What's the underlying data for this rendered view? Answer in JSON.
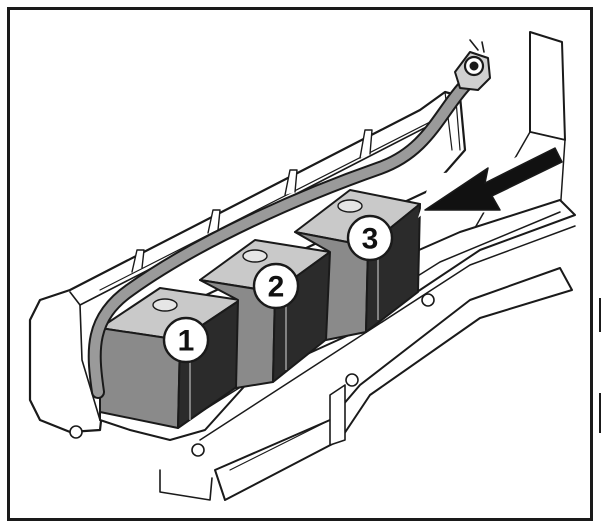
{
  "figure": {
    "colors": {
      "ink": "#1a1a1a",
      "paper": "#ffffff",
      "module_grey": "#8a8a8a",
      "module_dark": "#2b2b2b",
      "arrow_fill": "#111111"
    },
    "modules": [
      {
        "label": "1"
      },
      {
        "label": "2"
      },
      {
        "label": "3"
      }
    ],
    "insertion_arrow": {
      "icon": "arrow-left-down-icon"
    },
    "cable_connector": {
      "icon": "ring-terminal-icon"
    }
  }
}
